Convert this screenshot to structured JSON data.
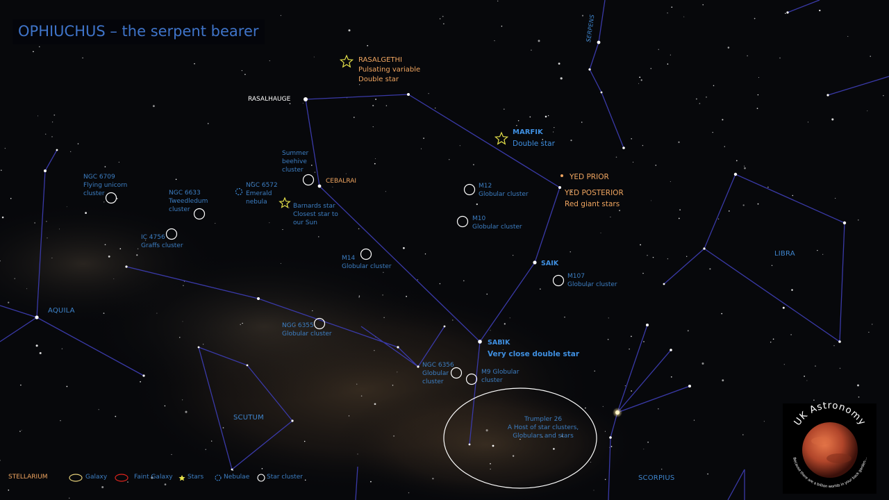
{
  "title": "OPHIUCHUS – the serpent bearer",
  "colors": {
    "line": "#3f3fb0",
    "label_blue": "#3d7fc4",
    "label_orange": "#f1a660",
    "title": "#3f74c9",
    "marker_star": "#e8e84a"
  },
  "constellations": {
    "serpens": "SERPENS",
    "aquila": "AQUILA",
    "libra": "LIBRA",
    "scutum": "SCUTUM",
    "scorpius": "SCORPIUS"
  },
  "stars": {
    "rasalhauge": "RASALHAUGE",
    "cebalrai": "CEBALRAI",
    "saik": "SAIK",
    "sabik": {
      "name": "SABIK",
      "desc": "Very close double star"
    },
    "rasalgethi": {
      "name": "RASALGETHI",
      "desc1": "Pulsating variable",
      "desc2": "Double star"
    },
    "marfik": {
      "name": "MARFIK",
      "desc": "Double star"
    },
    "yed_prior": "YED PRIOR",
    "yed_posterior": {
      "name": "YED POSTERIOR",
      "desc": "Red giant stars"
    },
    "barnards": "Barnards star\nClosest star to\nour Sun"
  },
  "objects": {
    "summer_beehive": "Summer\nbeehive\ncluster",
    "ngc6572": "NGC 6572\nEmerald\nnebula",
    "ngc6709": "NGC 6709\nFlying unicorn\ncluster",
    "ngc6633": "NGC 6633\nTweedledum\ncluster",
    "ic4756": "IC 4756\nGraffs cluster",
    "m12": "M12\nGlobular cluster",
    "m10": "M10\nGlobular cluster",
    "m14": "M14\nGlobular cluster",
    "m107": "M107\nGlobular cluster",
    "ngc6355": "NGC 6355\nGlobular cluster",
    "ngc6356": "NGC 6356\nGlobular\ncluster",
    "m9": "M9 Globular\ncluster",
    "trumpler26": "Trumpler 26\nA Host of star clusters,\nGlobulars and stars"
  },
  "legend": {
    "source": "STELLARIUM",
    "galaxy": "Galaxy",
    "faint_galaxy": "Faint Galaxy",
    "stars": "Stars",
    "nebulae": "Nebulae",
    "star_cluster": "Star cluster"
  },
  "logo": {
    "name": "UK Astronomy",
    "tagline": "Because there are a billion worlds in your back garden..."
  }
}
